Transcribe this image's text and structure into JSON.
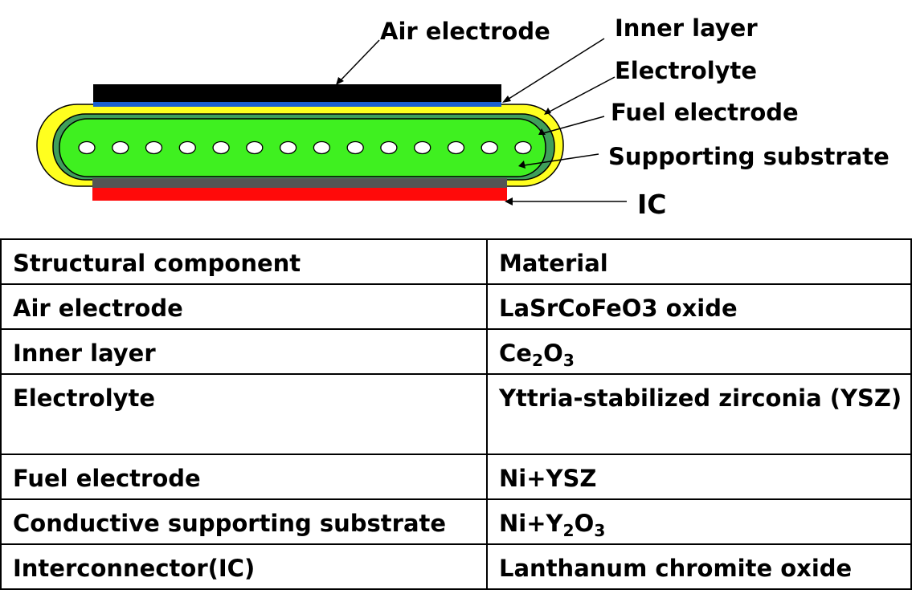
{
  "diagram": {
    "labels": {
      "air_electrode": "Air electrode",
      "inner_layer": "Inner layer",
      "electrolyte": "Electrolyte",
      "fuel_electrode": "Fuel electrode",
      "supporting_substrate": "Supporting substrate",
      "ic": "IC"
    },
    "colors": {
      "air_electrode": "#000000",
      "inner_layer": "#1a5fd0",
      "electrolyte": "#ffff1f",
      "fuel_electrode": "#3f9f5a",
      "supporting_substrate": "#3ff020",
      "interconnector_base": "#555555",
      "ic": "#ff0a0a"
    },
    "pore_count": 14
  },
  "table": {
    "header": {
      "component": "Structural component",
      "material": "Material"
    },
    "rows": [
      {
        "component": "Air electrode",
        "material": "LaSrCoFeO3 oxide"
      },
      {
        "component": "Inner layer",
        "material_base1": "Ce",
        "material_sub1": "2",
        "material_base2": "O",
        "material_sub2": "3"
      },
      {
        "component": "Electrolyte",
        "material": "Yttria-stabilized zirconia (YSZ)"
      },
      {
        "component": "Fuel electrode",
        "material": "Ni+YSZ"
      },
      {
        "component": "Conductive supporting substrate",
        "material_base1": "Ni+Y",
        "material_sub1": "2",
        "material_base2": "O",
        "material_sub2": "3"
      },
      {
        "component": "Interconnector(IC)",
        "material": "Lanthanum chromite oxide"
      }
    ]
  }
}
